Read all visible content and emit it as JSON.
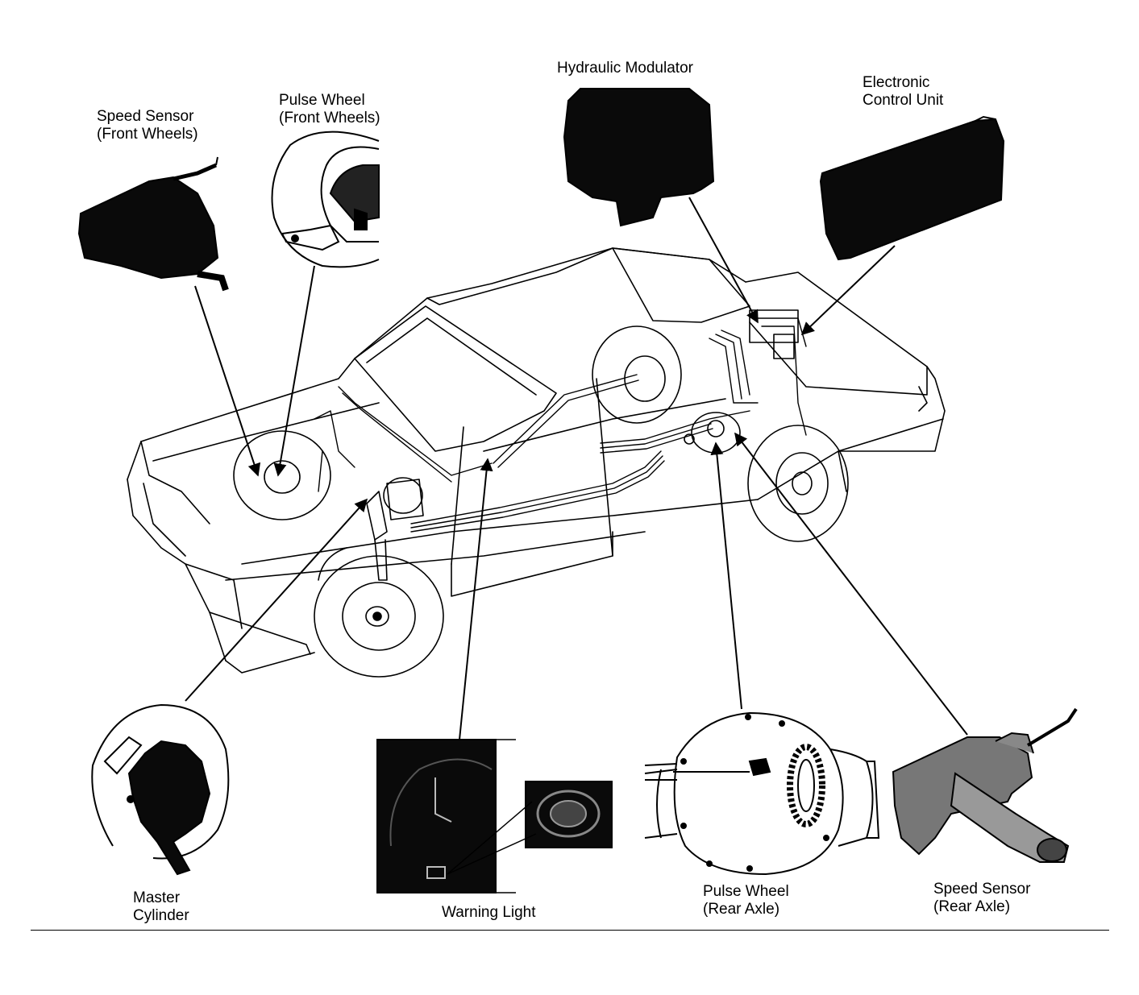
{
  "labels": {
    "speed_sensor_front": [
      "Speed Sensor",
      "(Front Wheels)"
    ],
    "pulse_wheel_front": [
      "Pulse Wheel",
      "(Front Wheels)"
    ],
    "hydraulic_modulator": [
      "Hydraulic Modulator"
    ],
    "electronic_control_unit": [
      "Electronic",
      "Control Unit"
    ],
    "master_cylinder": [
      "Master",
      "Cylinder"
    ],
    "warning_light": [
      "Warning Light"
    ],
    "pulse_wheel_rear": [
      "Pulse Wheel",
      "(Rear Axle)"
    ],
    "speed_sensor_rear": [
      "Speed Sensor",
      "(Rear Axle)"
    ]
  },
  "colors": {
    "ink": "#000000",
    "paper": "#ffffff",
    "component_fill": "#0a0a0a",
    "panel_grey": "#555555"
  }
}
